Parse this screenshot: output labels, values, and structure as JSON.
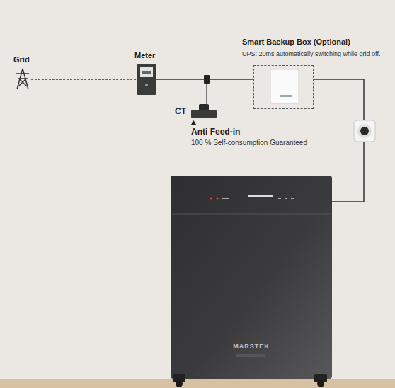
{
  "diagram": {
    "nodes": [
      {
        "text": [
          "Grid"
        ]
      },
      {
        "text": [
          "Meter"
        ]
      },
      {
        "text": [
          "CT"
        ]
      },
      {
        "text": [
          "Smart Backup Box (Optional)",
          "UPS: 20ms automatically switching while grid off."
        ]
      },
      {
        "text": [
          "MARSTEK"
        ]
      }
    ],
    "edges": [
      {
        "from": 0,
        "to": 1,
        "arrow": "none"
      },
      {
        "from": 1,
        "to": 3,
        "arrow": "none"
      },
      {
        "from": 3,
        "to": 4,
        "arrow": "none"
      }
    ],
    "labels": [
      "Anti Feed-in",
      "100 % Self-consumption Guaranteed"
    ]
  }
}
